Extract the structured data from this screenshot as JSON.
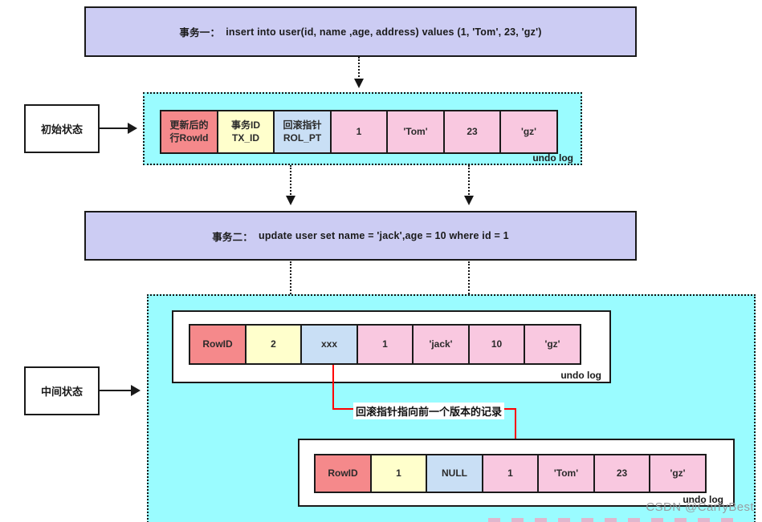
{
  "transactions": {
    "t1": {
      "label": "事务一：",
      "sql": "insert into user(id, name ,age, address) values (1, 'Tom', 23, 'gz')"
    },
    "t2": {
      "label": "事务二：",
      "sql": "update user set name = 'jack',age = 10 where id = 1"
    }
  },
  "states": {
    "initial": "初始状态",
    "middle": "中间状态"
  },
  "undo_log": "undo log",
  "rollback_note": "回滚指针指向前一个版本的记录",
  "watermark": "CSDN @CarryBest",
  "rows": {
    "initial": {
      "cells": [
        {
          "line1": "更新后的",
          "line2": "行RowId"
        },
        {
          "line1": "事务ID",
          "line2": "TX_ID"
        },
        {
          "line1": "回滚指针",
          "line2": "ROL_PT"
        },
        {
          "line1": "1"
        },
        {
          "line1": "'Tom'"
        },
        {
          "line1": "23"
        },
        {
          "line1": "'gz'"
        }
      ]
    },
    "current": {
      "cells": [
        {
          "line1": "RowID"
        },
        {
          "line1": "2"
        },
        {
          "line1": "xxx"
        },
        {
          "line1": "1"
        },
        {
          "line1": "'jack'"
        },
        {
          "line1": "10"
        },
        {
          "line1": "'gz'"
        }
      ]
    },
    "previous": {
      "cells": [
        {
          "line1": "RowID"
        },
        {
          "line1": "1"
        },
        {
          "line1": "NULL"
        },
        {
          "line1": "1"
        },
        {
          "line1": "'Tom'"
        },
        {
          "line1": "23"
        },
        {
          "line1": "'gz'"
        }
      ]
    }
  },
  "colors": {
    "panel_cyan": "#9afcff",
    "box_purple": "#ccccf3",
    "cell_red": "#f5898b",
    "cell_yellow": "#ffffcc",
    "cell_blue": "#c9dff5",
    "cell_pink": "#f9c8e0",
    "arrow_red": "#ff0000"
  }
}
